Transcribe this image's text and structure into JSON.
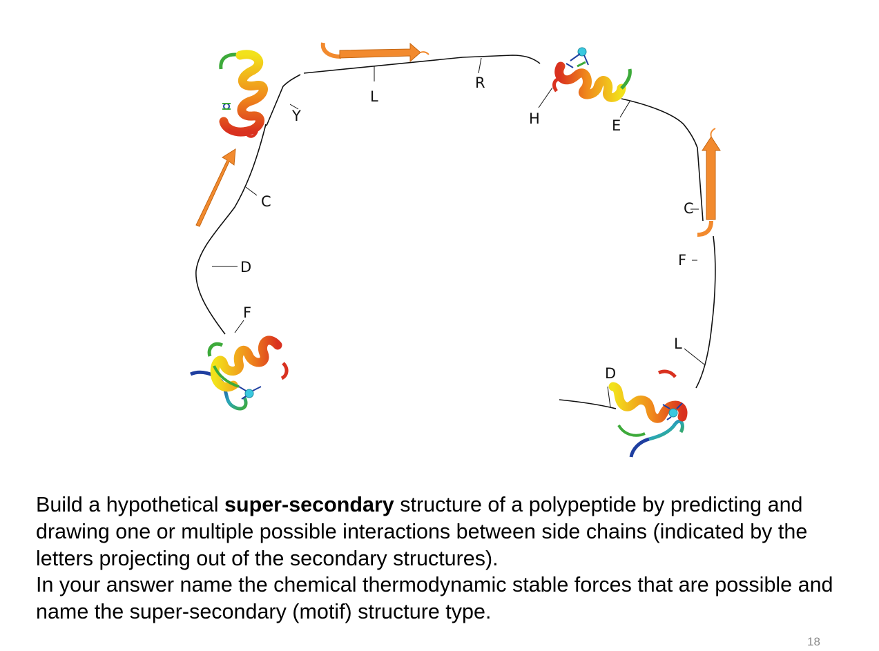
{
  "diagram": {
    "side_chain_labels": {
      "Y": "Y",
      "L_top": "L",
      "R": "R",
      "H": "H",
      "E": "E",
      "C_left": "C",
      "D_left": "D",
      "F_left": "F",
      "C_right": "C",
      "F_right": "F",
      "L_right": "L",
      "D_right": "D"
    },
    "icons": [
      "helix-ribbon-icon",
      "beta-strand-arrow-icon",
      "metal-ion-icon",
      "zinc-finger-structure-icon"
    ],
    "colors": {
      "strand": "#F28A2E",
      "chain": "#111111",
      "helix_yellow": "#F2E21B",
      "helix_orange": "#F08A1C",
      "helix_red": "#D9311F",
      "loop_green": "#3DAA3A",
      "loop_teal": "#2AA7B8",
      "loop_blue": "#1F3FA0",
      "ion": "#39C8E0"
    }
  },
  "caption": {
    "line1_before": "Build a hypothetical ",
    "line1_bold": "super-secondary",
    "line1_after": " structure of a polypeptide by predicting and drawing one or multiple possible interactions between side chains (indicated by the letters projecting out of the secondary structures).",
    "line2": "In your answer name the chemical thermodynamic stable forces that are possible and name the super-secondary (motif) structure type."
  },
  "slide_number": "18"
}
